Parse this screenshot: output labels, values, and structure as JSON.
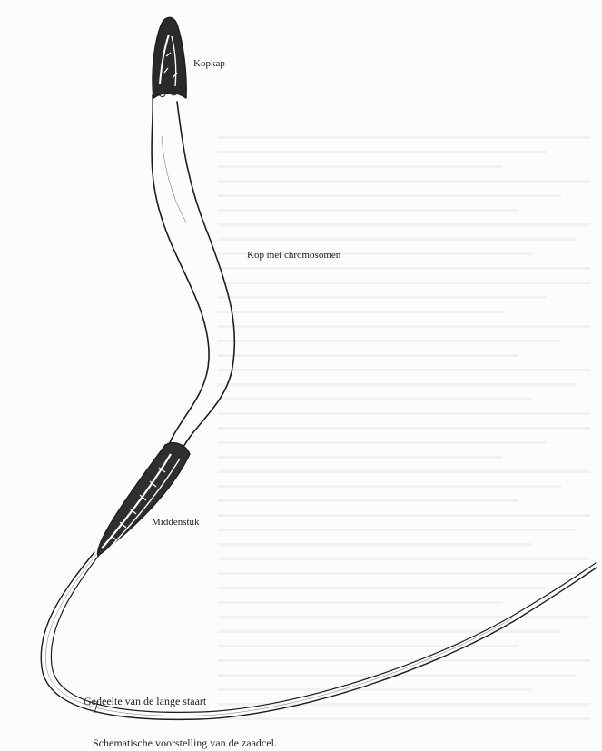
{
  "diagram": {
    "labels": {
      "acrosome": "Kopkap",
      "head": "Kop met chromosomen",
      "midpiece": "Middenstuk",
      "tail": "Gedeelte van de lange staart"
    },
    "caption": "Schematische voorstelling van de zaadcel."
  },
  "colors": {
    "paper": "#fcfcfa",
    "ink": "#1e1e1e",
    "show_through_text": "#dcdcd8"
  }
}
